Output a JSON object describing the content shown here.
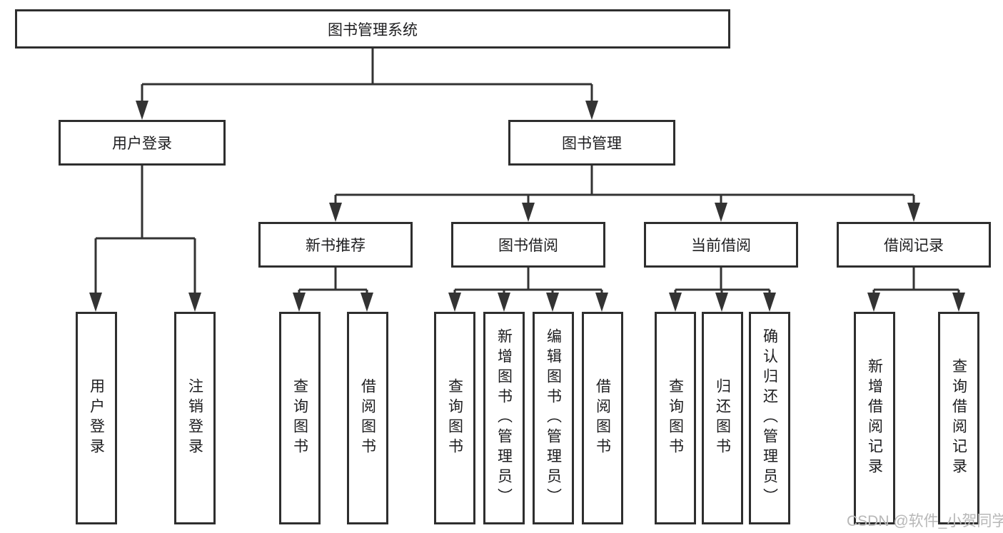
{
  "diagram": {
    "root": "图书管理系统",
    "level2": [
      "用户登录",
      "图书管理"
    ],
    "level3": [
      "新书推荐",
      "图书借阅",
      "当前借阅",
      "借阅记录"
    ],
    "leaves": {
      "user_login": [
        "用户登录",
        "注销登录"
      ],
      "new_book": [
        "查询图书",
        "借阅图书"
      ],
      "book_borrow": [
        "查询图书",
        "新增图书（管理员）",
        "编辑图书（管理员）",
        "借阅图书"
      ],
      "current_borrow": [
        "查询图书",
        "归还图书",
        "确认归还（管理员）"
      ],
      "borrow_record": [
        "新增借阅记录",
        "查询借阅记录"
      ]
    }
  },
  "watermark": "CSDN @软件_小贺同学",
  "colors": {
    "background": "#ffffff",
    "box_border": "#2e2e2e",
    "connector": "#333333",
    "text": "#1d1d1f",
    "watermark": "#b7b7b7"
  }
}
